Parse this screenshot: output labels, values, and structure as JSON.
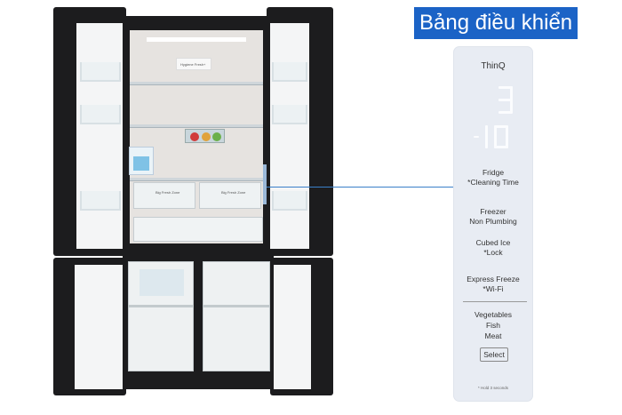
{
  "title": "Bảng điều khiển",
  "fridge_labels": {
    "hygiene": "Hygiene Fresh+",
    "big_fresh_left": "Big Fresh Zone",
    "big_fresh_right": "Big Fresh Zone"
  },
  "panel": {
    "brand": "ThinQ",
    "buttons": [
      {
        "line1": "Fridge",
        "line2": "*Cleaning Time"
      },
      {
        "line1": "Freezer",
        "line2": "Non Plumbing"
      },
      {
        "line1": "Cubed Ice",
        "line2": "*Lock"
      },
      {
        "line1": "Express Freeze",
        "line2": "*Wi-Fi"
      }
    ],
    "modes": [
      "Vegetables",
      "Fish",
      "Meat"
    ],
    "select_label": "Select",
    "footnote": "* Hold 3 seconds"
  },
  "colors": {
    "title_bg": "#1b63c6",
    "panel_bg": "#e8ecf3",
    "fridge_body": "#1c1c1e",
    "leader_line": "#3a7fc8"
  }
}
